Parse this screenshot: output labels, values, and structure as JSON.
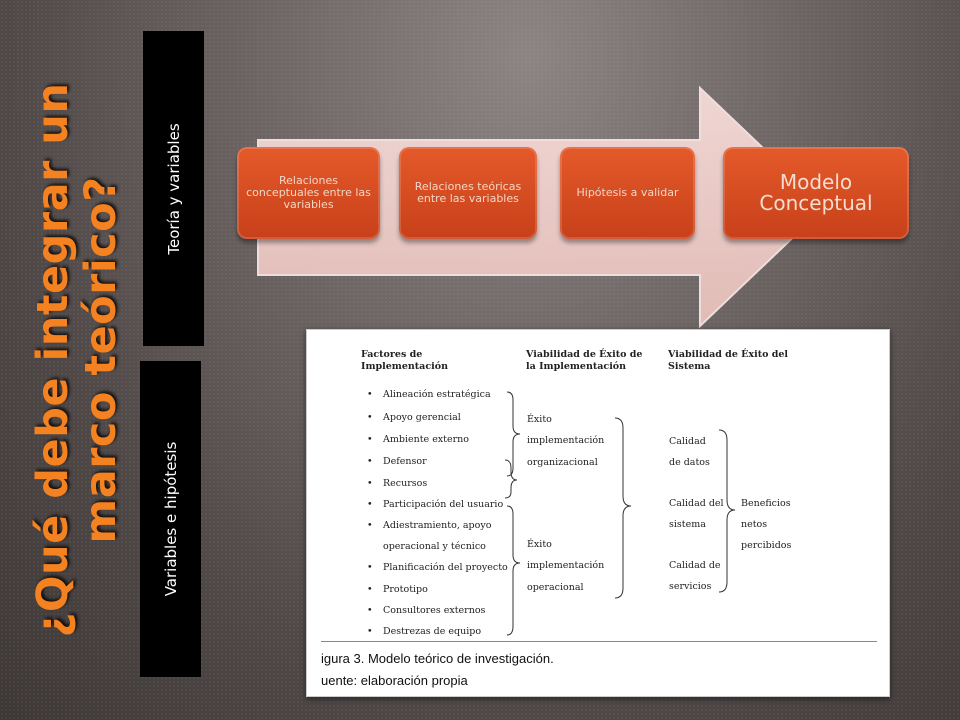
{
  "slide": {
    "title": "¿Qué debe integrar un marco teórico?",
    "sidebar_labels": [
      "Teoría y variables",
      "Variables e hipótesis"
    ]
  },
  "process": {
    "steps": [
      "Relaciones conceptuales entre las variables",
      "Relaciones teóricas entre las variables",
      "Hipótesis a validar",
      "Modelo Conceptual"
    ]
  },
  "figure": {
    "headers": [
      "Factores de Implementación",
      "Viabilidad de Éxito de la Implementación",
      "Viabilidad de Éxito del Sistema"
    ],
    "factors": [
      "Alineación estratégica",
      "Apoyo gerencial",
      "Ambiente externo",
      "Defensor",
      "Recursos",
      "Participación del usuario",
      "Adiestramiento, apoyo",
      "operacional y técnico",
      "Planificación del proyecto",
      "Prototipo",
      "Consultores externos",
      "Destrezas de equipo"
    ],
    "implementation": [
      [
        "Éxito",
        "implementación",
        "organizacional"
      ],
      [
        "Éxito",
        "implementación",
        "operacional"
      ]
    ],
    "system": [
      [
        "Calidad",
        "de datos"
      ],
      [
        "Calidad del",
        "sistema"
      ],
      [
        "Calidad de",
        "servicios"
      ]
    ],
    "benefits": [
      "Beneficios",
      "netos",
      "percibidos"
    ],
    "caption": "igura 3. Modelo teórico de investigación.",
    "source": "uente: elaboración propia"
  },
  "colors": {
    "title": "#f58220",
    "step_box": "#d84a22",
    "arrow": "#f2d0cc"
  }
}
